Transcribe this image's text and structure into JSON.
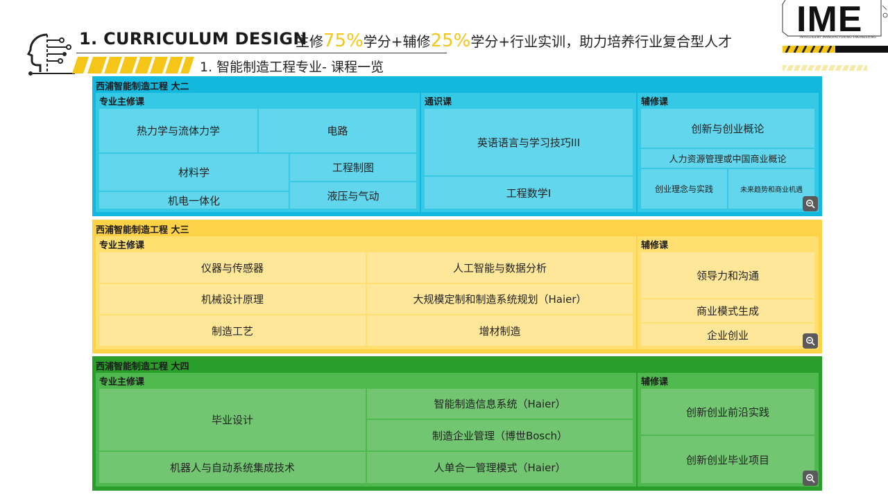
{
  "header": {
    "title": "1. CURRICULUM DESIGN",
    "tag_part1": "主修",
    "tag_pct1": "75%",
    "tag_part2": "学分+辅修",
    "tag_pct2": "25%",
    "tag_part3": "学分+行业实训，助力培养行业复合型人才",
    "subtitle": "1. 智能制造工程专业- 课程一览"
  },
  "logo": {
    "text": "IME",
    "small_text": "INTELLIGENT MANUFACTURING ENGINEERING"
  },
  "panels": {
    "year2": {
      "title": "西浦智能制造工程 大二",
      "major_label": "专业主修课",
      "general_label": "通识课",
      "minor_label": "辅修课",
      "major": [
        "热力学与流体力学",
        "电路",
        "材料学",
        "工程制图",
        "机电一体化",
        "液压与气动"
      ],
      "general": [
        "英语语言与学习技巧III",
        "工程数学I"
      ],
      "minor": [
        "创新与创业概论",
        "人力资源管理或中国商业概论",
        "创业理念与实践",
        "未来趋势和商业机遇"
      ]
    },
    "year3": {
      "title": "西浦智能制造工程 大三",
      "major_label": "专业主修课",
      "minor_label": "辅修课",
      "major": [
        "仪器与传感器",
        "人工智能与数据分析",
        "机械设计原理",
        "大规模定制和制造系统规划（Haier）",
        "制造工艺",
        "增材制造"
      ],
      "minor": [
        "领导力和沟通",
        "商业模式生成",
        "企业创业"
      ]
    },
    "year4": {
      "title": "西浦智能制造工程 大四",
      "major_label": "专业主修课",
      "minor_label": "辅修课",
      "major": [
        "毕业设计",
        "智能制造信息系统（Haier）",
        "制造企业管理（博世Bosch）",
        "机器人与自动系统集成技术",
        "人单合一管理模式（Haier）"
      ],
      "minor": [
        "创新创业前沿实践",
        "创新创业毕业项目"
      ]
    }
  },
  "icons": {
    "header_icon": "circuit-head-icon",
    "zoom": "zoom-out-icon"
  },
  "colors": {
    "accent_yellow": "#f5c518",
    "year2_bg": "#12b8de",
    "year3_bg": "#fed246",
    "year4_bg": "#2a9d2a"
  }
}
